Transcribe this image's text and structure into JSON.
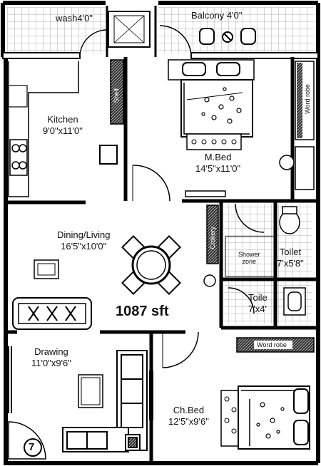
{
  "plan": {
    "total_area": "1087 sft",
    "wash": {
      "name": "wash",
      "size": "4'0\""
    },
    "balcony": {
      "name": "Balcony",
      "size": "4'0\""
    },
    "kitchen": {
      "name": "Kitchen",
      "size": "9'0\"x11'0\""
    },
    "master_bed": {
      "name": "M.Bed",
      "size": "14'5\"x11'0\""
    },
    "dining_living": {
      "name": "Dining/Living",
      "size": "16'5\"x10'0\""
    },
    "toilet_1": {
      "name": "Toilet",
      "size": "7'x5'8\""
    },
    "toilet_2": {
      "name": "Toile",
      "size": "7'x4'"
    },
    "drawing": {
      "name": "Drawing",
      "size": "11'0\"x9'6\""
    },
    "child_bed": {
      "name": "Ch.Bed",
      "size": "12'5\"x9'6\""
    },
    "labels": {
      "shelf": "Shelf",
      "wardrobe_1": "Word robe",
      "wardrobe_2": "Word robe",
      "crockery": "Crokery",
      "shower": "Shower",
      "shower_zone": "zone"
    },
    "marker": "7"
  }
}
